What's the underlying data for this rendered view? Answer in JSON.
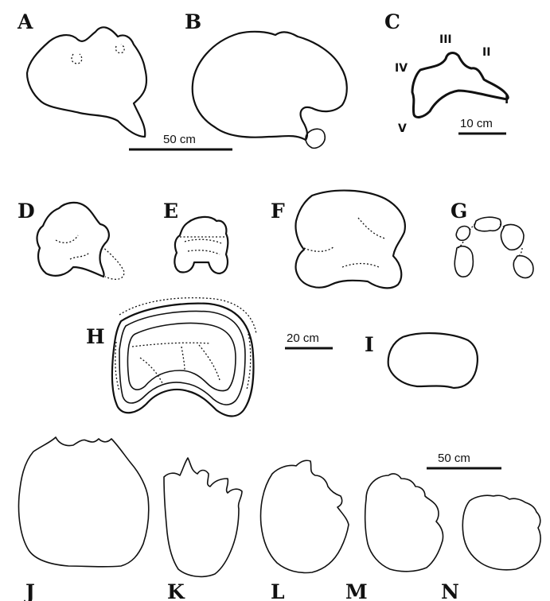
{
  "panels": {
    "A": "A",
    "B": "B",
    "C": "C",
    "D": "D",
    "E": "E",
    "F": "F",
    "G": "G",
    "H": "H",
    "I": "I",
    "J": "J",
    "K": "K",
    "L": "L",
    "M": "M",
    "N": "N"
  },
  "digits": {
    "I": "I",
    "II": "II",
    "III": "III",
    "IV": "IV",
    "V": "V"
  },
  "scalebars": {
    "top_left": "50 cm",
    "top_right": "10 cm",
    "middle": "20 cm",
    "bottom": "50 cm"
  }
}
